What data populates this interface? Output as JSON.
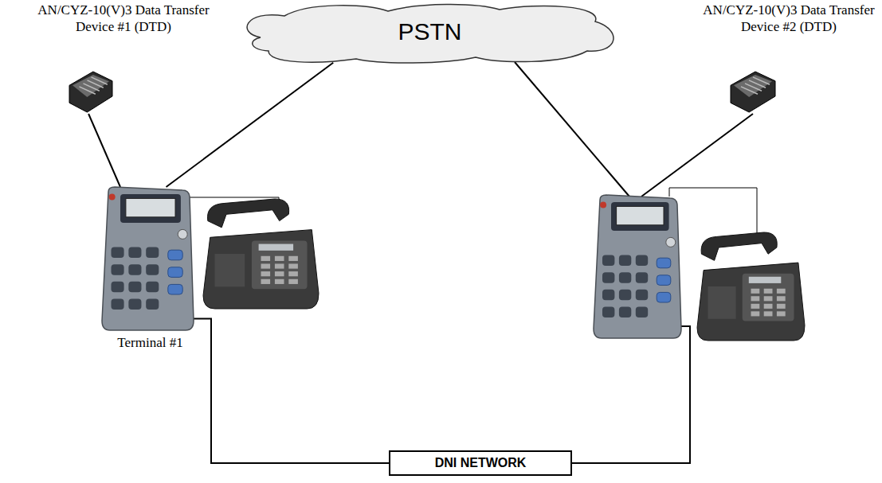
{
  "diagram": {
    "nodes": [
      {
        "text": [
          "PSTN"
        ]
      },
      {
        "text": [
          "AN/CYZ-10(V)3 Data Transfer Device #1 (DTD)"
        ]
      },
      {
        "text": [
          "AN/CYZ-10(V)3 Data Transfer Device #2 (DTD)"
        ]
      },
      {
        "text": [
          "Terminal #1"
        ]
      },
      {
        "text": [
          "DNI NETWORK"
        ]
      }
    ],
    "edges": [
      {
        "from": 1,
        "to": 3,
        "arrow": "none"
      },
      {
        "from": 0,
        "to": 3,
        "arrow": "none"
      },
      {
        "from": 3,
        "to": 4,
        "arrow": "none"
      }
    ]
  }
}
